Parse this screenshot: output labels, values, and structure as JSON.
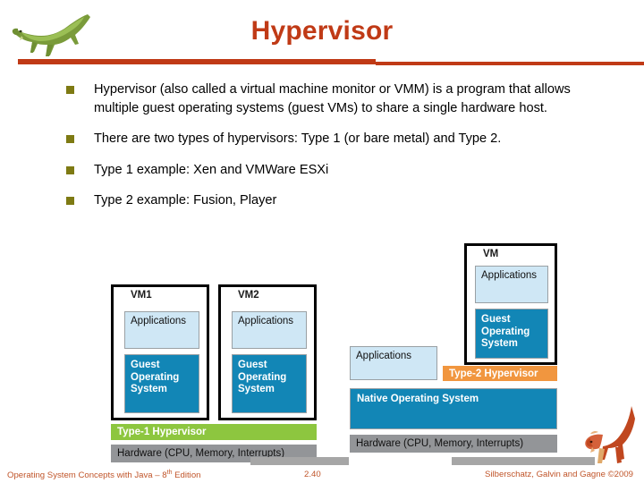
{
  "slide": {
    "title": "Hypervisor",
    "accent_color": "#C03A16"
  },
  "header": {
    "logo_icon": "dinosaur-green-icon"
  },
  "bullets": [
    {
      "text": "Hypervisor (also called a virtual machine monitor or VMM)  is a program that allows multiple guest operating systems (guest VMs) to share a single hardware host."
    },
    {
      "text": "There are two types of hypervisors: Type 1 (or bare metal) and Type 2."
    },
    {
      "text": "Type 1 example: Xen and VMWare ESXi"
    },
    {
      "text": "Type 2 example: Fusion, Player"
    }
  ],
  "diagram_type1": {
    "vm1": {
      "label": "VM1",
      "applications": "Applications",
      "guest_os": "Guest\nOperating\nSystem"
    },
    "vm2": {
      "label": "VM2",
      "applications": "Applications",
      "guest_os": "Guest\nOperating\nSystem"
    },
    "hypervisor_bar": "Type-1 Hypervisor",
    "hypervisor_color": "#8DC63F",
    "hardware_bar": "Hardware (CPU, Memory, Interrupts)",
    "hardware_color": "#939598"
  },
  "diagram_type2": {
    "vm": {
      "label": "VM",
      "applications": "Applications",
      "guest_os": "Guest\nOperating\nSystem"
    },
    "host_applications": "Applications",
    "hypervisor_bar": "Type-2 Hypervisor",
    "hypervisor_color": "#F1963F",
    "native_os": "Native Operating System",
    "native_os_color": "#1286B6",
    "hardware_bar": "Hardware (CPU, Memory, Interrupts)",
    "hardware_color": "#939598"
  },
  "footer": {
    "left_main": "Operating System Concepts with Java – 8",
    "left_sup": "th",
    "left_tail": " Edition",
    "page_number": "2.40",
    "right": "Silberschatz, Galvin and Gagne ©2009",
    "mascot_icon": "dinosaur-red-icon"
  }
}
